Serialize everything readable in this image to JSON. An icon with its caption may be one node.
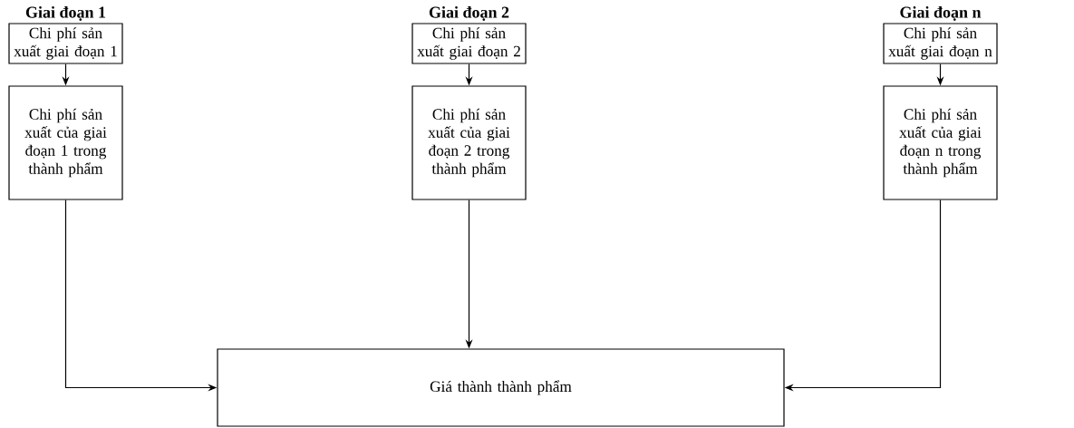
{
  "diagram": {
    "nodes": [
      {
        "text": [
          "Giai đoạn 1",
          "Chi phí sản xuất giai đoạn 1"
        ]
      },
      {
        "text": [
          "Giai đoạn 2",
          "Chi phí sản xuất giai đoạn 2"
        ]
      },
      {
        "text": [
          "Giai đoạn n",
          "Chi phí sản xuất giai đoạn n"
        ]
      },
      {
        "text": [
          "Chi phí sản xuất của giai đoạn 1 trong thành phẩm"
        ]
      },
      {
        "text": [
          "Chi phí sản xuất của giai đoạn 2 trong thành phẩm"
        ]
      },
      {
        "text": [
          "Chi phí sản xuất của giai đoạn n trong thành phẩm"
        ]
      },
      {
        "text": [
          "Giá thành thành phẩm"
        ]
      }
    ],
    "edges": [
      {
        "from": 0,
        "to": 3,
        "arrow": "to"
      },
      {
        "from": 1,
        "to": 4,
        "arrow": "to"
      },
      {
        "from": 2,
        "to": 5,
        "arrow": "to"
      },
      {
        "from": 3,
        "to": 6,
        "arrow": "to"
      },
      {
        "from": 4,
        "to": 6,
        "arrow": "to"
      },
      {
        "from": 5,
        "to": 6,
        "arrow": "to"
      }
    ]
  }
}
